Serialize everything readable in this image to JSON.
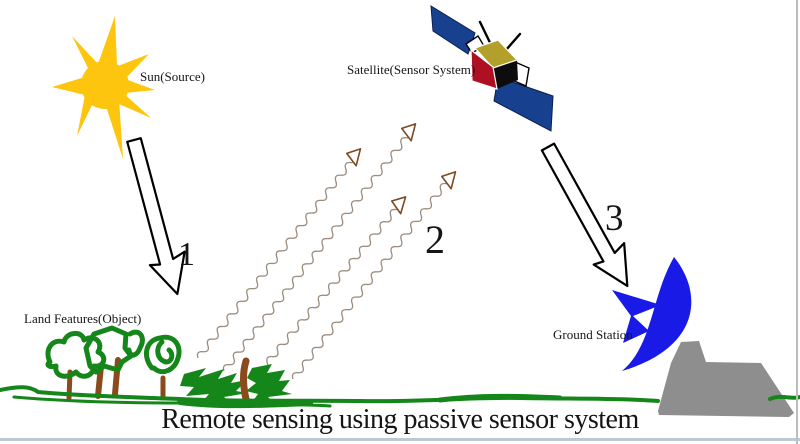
{
  "title": "Remote sensing using passive sensor system",
  "labels": {
    "sun": "Sun(Source)",
    "satellite": "Satellite(Sensor System)",
    "land_features": "Land Features(Object)",
    "ground_station": "Ground Station"
  },
  "steps": {
    "one": "1",
    "two": "2",
    "three": "3"
  },
  "colors": {
    "sun_yellow": "#fdc50d",
    "panel_blue": "#17418e",
    "body_red": "#ad1022",
    "body_khaki": "#b3a02b",
    "body_black": "#0d0d0d",
    "dish_blue": "#1a1ae6",
    "mountain_gray": "#8e8e8e",
    "green": "#15861a",
    "brown": "#8a4a1b",
    "wave_gray": "#9b8c7d",
    "wave_arrow_brown": "#7a4a22",
    "border_bottom": "#bcc9d3",
    "border_right": "#bdbdbd"
  }
}
